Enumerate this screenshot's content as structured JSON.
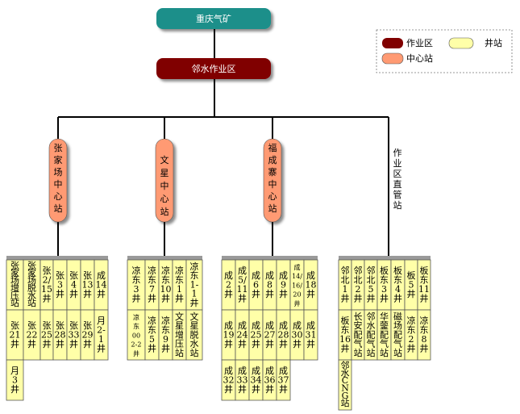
{
  "root": {
    "label": "重庆气矿"
  },
  "zone": {
    "label": "邻水作业区"
  },
  "legend": {
    "zone_label": "作业区",
    "center_label": "中心站",
    "well_label": "井站",
    "zone_color": "#800000",
    "center_color": "#ff9a73",
    "well_color": "#ffffa8"
  },
  "colors": {
    "root_fill": "#1a8f8a",
    "zone_fill": "#800000",
    "center_fill": "#ff9a73",
    "well_fill": "#ffffa8"
  },
  "centers": [
    {
      "label": "张家场中心站"
    },
    {
      "label": "文星中心站"
    },
    {
      "label": "福成寨中心站"
    }
  ],
  "direct_label": "作业区直管站",
  "groups": [
    {
      "rows": [
        [
          [
            "张",
            "家",
            "场",
            "增",
            "压",
            "站"
          ],
          [
            "张",
            "家",
            "场",
            "脱",
            "水",
            "站"
          ],
          [
            "张",
            "2/",
            "15",
            "井"
          ],
          [
            "张",
            "3",
            "井"
          ],
          [
            "张",
            "4",
            "井"
          ],
          [
            "张",
            "13",
            "井"
          ],
          [
            "成",
            "14",
            "井"
          ]
        ],
        [
          [
            "张",
            "21",
            "井"
          ],
          [
            "张",
            "22",
            "井"
          ],
          [
            "张",
            "25",
            "井"
          ],
          [
            "张",
            "28",
            "井"
          ],
          [
            "张",
            "33",
            "井"
          ],
          [
            "张",
            "29",
            "井"
          ],
          [
            "月",
            "2-",
            "1",
            "井"
          ]
        ],
        [
          [
            "月",
            "3",
            "井"
          ]
        ]
      ]
    },
    {
      "rows": [
        [
          [
            "凉",
            "东",
            "3",
            "井"
          ],
          [
            "凉",
            "东",
            "7",
            "井"
          ],
          [
            "凉",
            "东",
            "10",
            "井"
          ],
          [
            "凉",
            "东",
            "1",
            "井"
          ],
          [
            "凉",
            "东",
            "1-",
            "1",
            "井"
          ]
        ],
        [
          [
            "凉",
            "东",
            "00",
            "2-2",
            "井"
          ],
          [
            "凉",
            "东",
            "5",
            "井"
          ],
          [
            "凉",
            "东",
            "9",
            "井"
          ],
          [
            "文",
            "星",
            "增",
            "压",
            "站"
          ],
          [
            "文",
            "星",
            "脱",
            "水",
            "站"
          ]
        ]
      ]
    },
    {
      "rows": [
        [
          [
            "成",
            "2",
            "井"
          ],
          [
            "成",
            "5/",
            "11",
            "井"
          ],
          [
            "成",
            "6",
            "井"
          ],
          [
            "成",
            "8",
            "井"
          ],
          [
            "成",
            "9",
            "井"
          ],
          [
            "成",
            "14/",
            "16/",
            "20",
            "井"
          ],
          [
            "成",
            "18",
            "井"
          ]
        ],
        [
          [
            "成",
            "19",
            "井"
          ],
          [
            "成",
            "24",
            "井"
          ],
          [
            "成",
            "25",
            "井"
          ],
          [
            "成",
            "27",
            "井"
          ],
          [
            "成",
            "28",
            "井"
          ],
          [
            "成",
            "30",
            "井"
          ],
          [
            "成",
            "31",
            "井"
          ]
        ],
        [
          [
            "成",
            "32",
            "井"
          ],
          [
            "成",
            "33",
            "井"
          ],
          [
            "成",
            "34",
            "井"
          ],
          [
            "成",
            "36",
            "井"
          ],
          [
            "成",
            "37",
            "井"
          ]
        ]
      ]
    },
    {
      "rows": [
        [
          [
            "邻",
            "北",
            "1",
            "井"
          ],
          [
            "邻",
            "北",
            "2",
            "井"
          ],
          [
            "邻",
            "北",
            "5",
            "井"
          ],
          [
            "板",
            "东",
            "3",
            "井"
          ],
          [
            "板",
            "东",
            "4",
            "井"
          ],
          [
            "板",
            "5",
            "井"
          ],
          [
            "板",
            "东",
            "11",
            "井"
          ]
        ],
        [
          [
            "板",
            "东",
            "16",
            "井"
          ],
          [
            "长",
            "安",
            "配",
            "气",
            "站"
          ],
          [
            "邻",
            "水",
            "配",
            "气",
            "站"
          ],
          [
            "华",
            "蓥",
            "配",
            "气",
            "站"
          ],
          [
            "磁",
            "场",
            "配",
            "气",
            "站"
          ],
          [
            "凉",
            "东",
            "2",
            "井"
          ],
          [
            "凉",
            "东",
            "8",
            "井"
          ]
        ],
        [
          [
            "邻",
            "水",
            "C",
            "N",
            "G",
            "站"
          ]
        ]
      ]
    }
  ]
}
